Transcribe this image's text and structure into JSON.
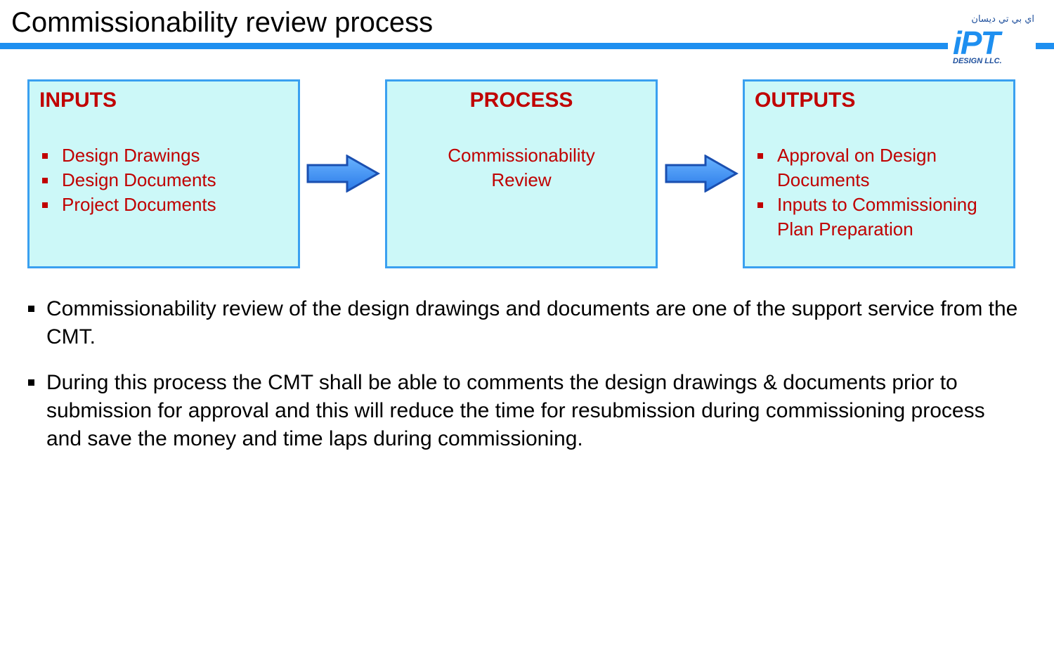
{
  "title": "Commissionability review process",
  "logo": {
    "arabic": "اي بي تي ديسان",
    "mark": "iPT",
    "sub": "DESIGN LLC."
  },
  "boxes": {
    "inputs": {
      "heading": "INPUTS",
      "items": [
        "Design Drawings",
        "Design Documents",
        "Project Documents"
      ]
    },
    "process": {
      "heading": "PROCESS",
      "lines": [
        "Commissionability",
        "Review"
      ]
    },
    "outputs": {
      "heading": "OUTPUTS",
      "items": [
        "Approval on Design Documents",
        "Inputs to Commissioning Plan Preparation"
      ]
    }
  },
  "bullets": [
    "Commissionability review of the design drawings and documents are one of the support service from the CMT.",
    "During this process the CMT shall be able to comments the design drawings & documents prior to submission for approval and this will reduce the time for resubmission during commissioning process and save the money and time laps during commissioning."
  ],
  "colors": {
    "accent": "#1e8ff0",
    "box_fill": "#ccf8f8",
    "box_border": "#3aa0f0",
    "heading_red": "#c00000",
    "arrow_fill": "#3a8ef0",
    "arrow_stroke": "#1a4fb0"
  }
}
